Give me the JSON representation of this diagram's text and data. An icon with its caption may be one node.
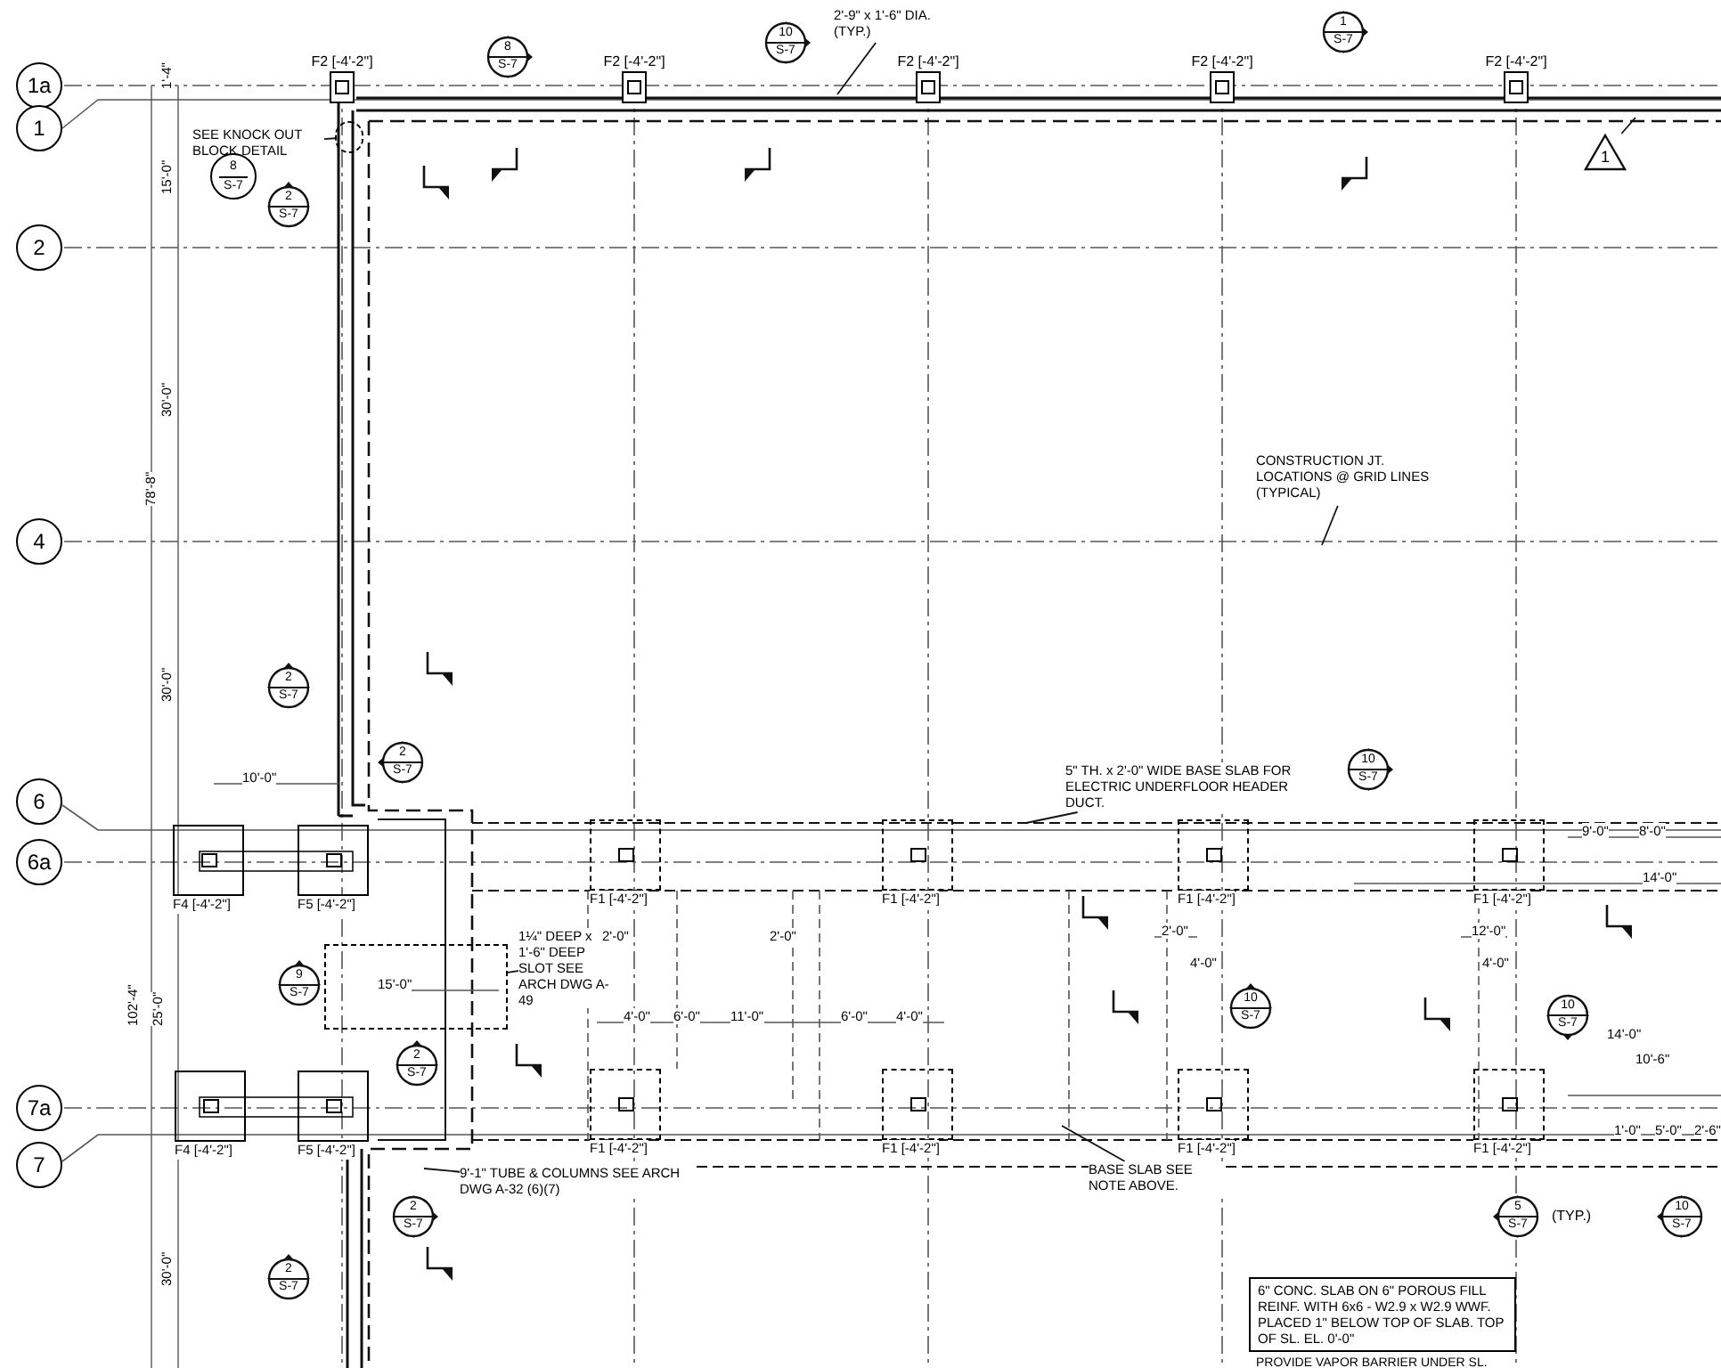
{
  "diagram": {
    "nodes": [
      {
        "text": [
          "1a"
        ]
      },
      {
        "text": [
          "1"
        ]
      },
      {
        "text": [
          "2"
        ]
      },
      {
        "text": [
          "4"
        ]
      },
      {
        "text": [
          "6"
        ]
      },
      {
        "text": [
          "6a"
        ]
      },
      {
        "text": [
          "7a"
        ]
      },
      {
        "text": [
          "7"
        ]
      },
      {
        "text": [
          "F2 [-4'-2\"]"
        ]
      },
      {
        "text": [
          "F2 [-4'-2\"]"
        ]
      },
      {
        "text": [
          "F2 [-4'-2\"]"
        ]
      },
      {
        "text": [
          "F2 [-4'-2\"]"
        ]
      },
      {
        "text": [
          "F2 [-4'-2\"]"
        ]
      },
      {
        "text": [
          "8",
          "S-7"
        ]
      },
      {
        "text": [
          "10",
          "S-7"
        ]
      },
      {
        "text": [
          "1",
          "S-7"
        ]
      },
      {
        "text": [],
        "shape": "circle"
      },
      {
        "text": [
          "SEE KNOCK OUT BLOCK DETAIL"
        ]
      },
      {
        "text": [
          "8",
          "S-7"
        ]
      },
      {
        "text": [
          "2'-9\" x 1'-6\" DIA. (TYP.)"
        ]
      },
      {
        "text": [
          "2",
          "S-7"
        ]
      },
      {
        "text": [
          "2",
          "S-7"
        ]
      },
      {
        "text": [
          "2",
          "S-7"
        ]
      },
      {
        "text": [
          "9",
          "S-7"
        ]
      },
      {
        "text": [
          "2",
          "S-7"
        ]
      },
      {
        "text": [
          "2",
          "S-7"
        ]
      },
      {
        "text": [
          "2",
          "S-7"
        ]
      },
      {
        "text": [
          "10",
          "S-7"
        ]
      },
      {
        "text": [
          "10",
          "S-7"
        ]
      },
      {
        "text": [
          "10",
          "S-7"
        ]
      },
      {
        "text": [
          "5",
          "S-7"
        ],
        "beside": [
          "(TYP.)"
        ]
      },
      {
        "text": [
          "10",
          "S-7"
        ]
      },
      {
        "text": [
          "1"
        ]
      },
      {
        "text": [
          "CONSTRUCTION JT. LOCATIONS @ GRID LINES (TYPICAL)"
        ]
      },
      {
        "text": [
          "F4 [-4'-2\"]"
        ]
      },
      {
        "text": [
          "F5 [-4'-2\"]"
        ]
      },
      {
        "text": [
          "F1 [-4'-2\"]"
        ]
      },
      {
        "text": [
          "F1 [-4'-2\"]"
        ]
      },
      {
        "text": [
          "F1 [-4'-2\"]"
        ]
      },
      {
        "text": [
          "F1 [-4'-2\"]"
        ]
      },
      {
        "text": [
          "F4 [-4'-2\"]"
        ]
      },
      {
        "text": [
          "F5 [-4'-2\"]"
        ]
      },
      {
        "text": [
          "F1 [-4'-2\"]"
        ]
      },
      {
        "text": [
          "F1 [-4'-2\"]"
        ]
      },
      {
        "text": [
          "F1 [-4'-2\"]"
        ]
      },
      {
        "text": [
          "F1 [-4'-2\"]"
        ]
      },
      {
        "text": [
          "5\" TH. x 2'-0\" WIDE BASE SLAB FOR ELECTRIC UNDERFLOOR HEADER DUCT."
        ]
      },
      {
        "text": [
          "BASE SLAB SEE NOTE ABOVE."
        ]
      },
      {
        "text": [
          "9'-1\" TUBE & COLUMNS SEE ARCH DWG A-32 (6)(7)"
        ]
      },
      {
        "text": [
          "1¼\" DEEP x 1'-6\" DEEP SLOT SEE ARCH DWG A-49"
        ]
      },
      {
        "text": [
          "6\" CONC. SLAB ON 6\" POROUS FILL REINF. WITH 6x6 - W2.9 x W2.9 WWF. PLACED 1\" BELOW TOP OF SLAB. TOP OF SL. EL. 0'-0\""
        ],
        "beside": [
          "PROVIDE VAPOR BARRIER UNDER SL."
        ]
      },
      {
        "text": [],
        "shape": "box"
      }
    ],
    "edges": [
      {
        "from": 17,
        "to": 16,
        "arrow": "none"
      },
      {
        "from": 19,
        "to": null,
        "arrow": "none"
      },
      {
        "from": 32,
        "to": null,
        "arrow": "none"
      },
      {
        "from": 33,
        "to": null,
        "arrow": "none"
      },
      {
        "from": 46,
        "to": null,
        "arrow": "none"
      },
      {
        "from": 47,
        "to": null,
        "arrow": "none"
      },
      {
        "from": 48,
        "to": null,
        "arrow": "none"
      },
      {
        "from": 49,
        "to": 51,
        "arrow": "none"
      }
    ],
    "labels": [
      "1'-4\"",
      "15'-0\"",
      "30'-0\"",
      "78'-8\"",
      "30'-0\"",
      "10'-0\"",
      "102'-4\"",
      "25'-0\"",
      "30'-0\"",
      "15'-0\"",
      "4'-0\"",
      "6'-0\"",
      "11'-0\"",
      "6'-0\"",
      "4'-0\"",
      "2'-0\"",
      "2'-0\"",
      "9'-0\"",
      "8'-0\"",
      "14'-0\"",
      "12'-0\"",
      "4'-0\"",
      "2'-0\"",
      "4'-0\"",
      "14'-0\"",
      "10'-6\"",
      "1'-0\"",
      "5'-0\"",
      "2'-6\""
    ]
  }
}
